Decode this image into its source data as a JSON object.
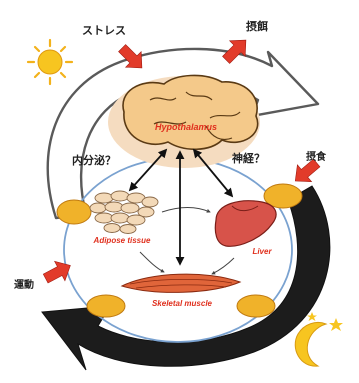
{
  "labels": {
    "stress": "ストレス",
    "feeding": "摂餌",
    "endocrine": "内分泌？",
    "neural": "神経？",
    "feeding_time": "摂食",
    "exercise": "運動"
  },
  "organs": {
    "hypothalamus": "Hypothalamus",
    "adipose": "Adipose tissue",
    "liver": "Liver",
    "muscle": "Skeletal muscle"
  },
  "colors": {
    "input_arrow": "#e23b2a",
    "organ_text": "#e0301e",
    "ellipse_fill": "#f0b22a",
    "body_outline": "#7aa2d0",
    "dark_cycle": "#1c1c1c",
    "brain_fill": "#f4c98a",
    "brain_bg": "#f5dcc0"
  },
  "icons": {
    "sun": "sun-icon",
    "moon": "moon-icon"
  }
}
